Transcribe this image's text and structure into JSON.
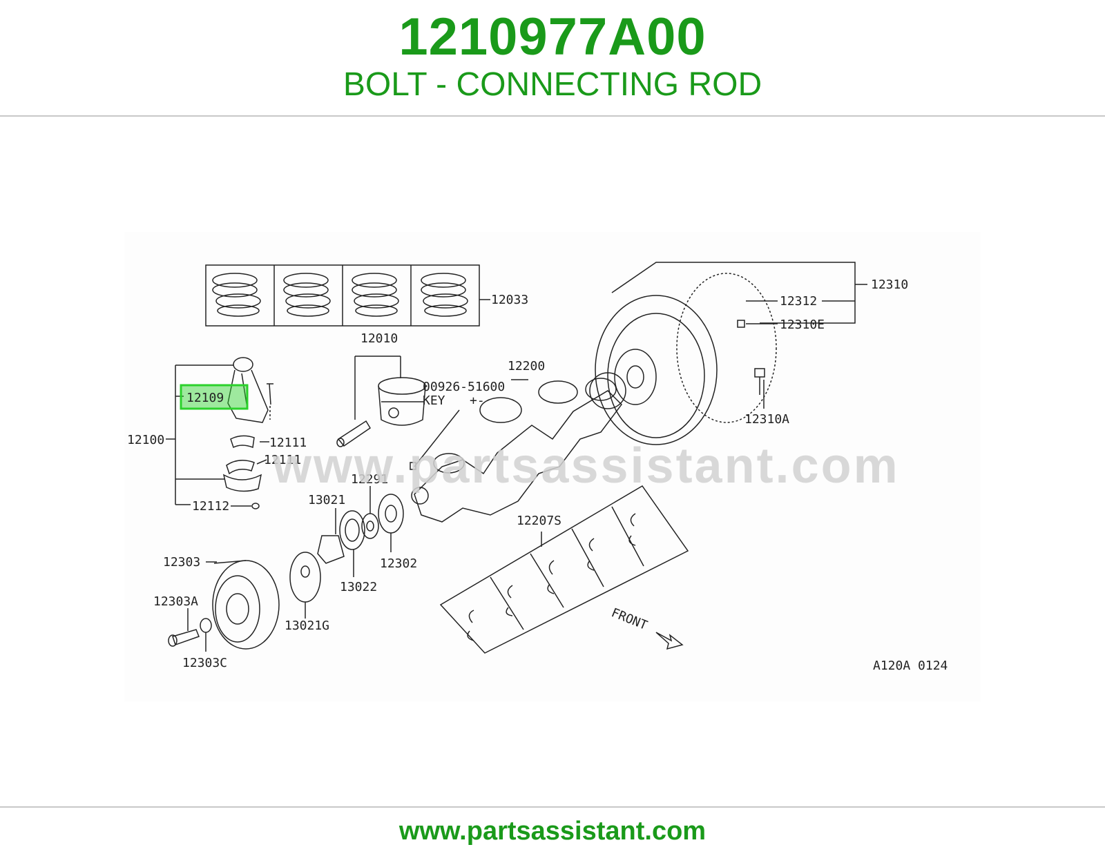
{
  "header": {
    "part_number": "1210977A00",
    "description": "BOLT - CONNECTING ROD"
  },
  "diagram": {
    "watermark": "www.partsassistant.com",
    "highlight_color": "#2bd12b",
    "highlighted_callout": "12109",
    "callouts": {
      "c12033": "12033",
      "c12010": "12010",
      "c00926": "00926-51600",
      "key": "KEY",
      "c12200": "12200",
      "c12310": "12310",
      "c12312": "12312",
      "c12310e": "12310E",
      "c12310a": "12310A",
      "c12100": "12100",
      "c12109": "12109",
      "c12111a": "12111",
      "c12111b": "12111",
      "c12112": "12112",
      "c12291": "12291",
      "c13021": "13021",
      "c12302": "12302",
      "c13022": "13022",
      "c12207s": "12207S",
      "c12303": "12303",
      "c12303a": "12303A",
      "c12303c": "12303C",
      "c13021g": "13021G",
      "front": "FRONT",
      "ref": "A120A 0124"
    }
  },
  "footer": {
    "url": "www.partsassistant.com"
  },
  "colors": {
    "brand_green": "#1a9a1a",
    "rule_gray": "#c8c8c8"
  }
}
